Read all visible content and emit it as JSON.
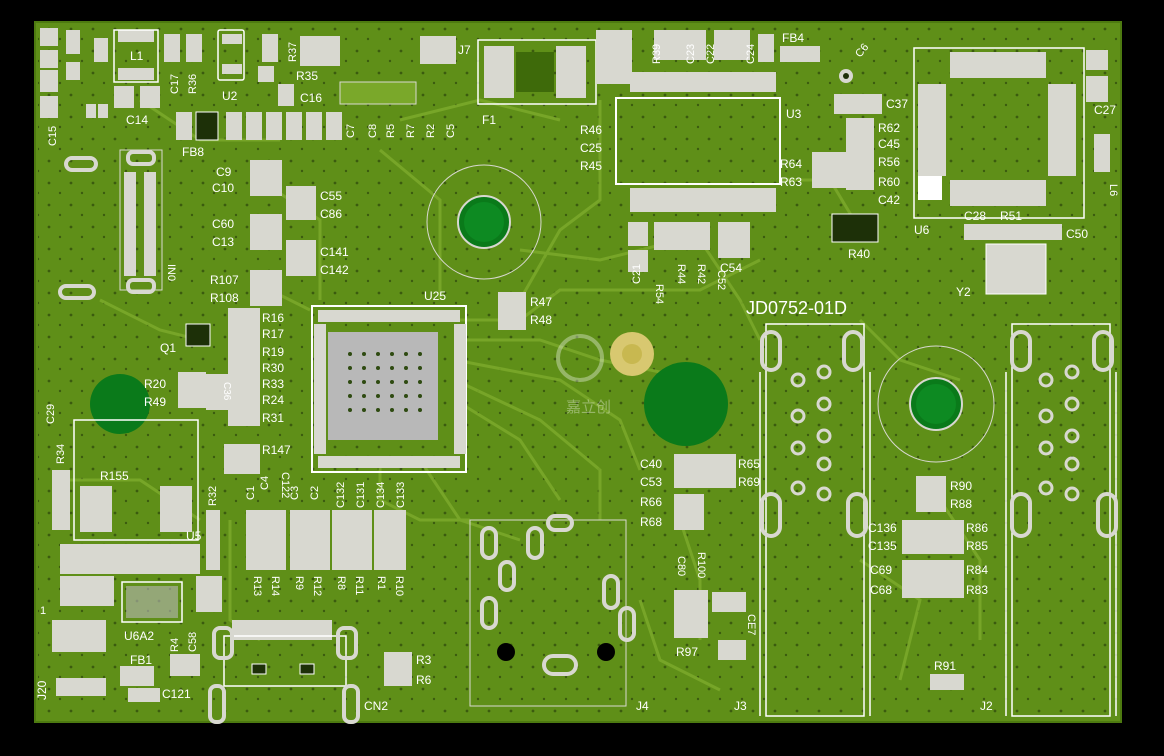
{
  "colors": {
    "background": "#000000",
    "board": "#5f8f18",
    "board_edge": "#4d7a10",
    "trace": "#7aa82a",
    "pad": "#d8d8d0",
    "silkscreen": "#ffffff",
    "via": "#1d3008",
    "mounting_hole": "#0a7a1a",
    "gold": "#d8c870",
    "chip": "#b8b8b8"
  },
  "board_label": "JD0752-01D",
  "watermark": "嘉立创",
  "designators": {
    "L1": "L1",
    "C17": "C17",
    "R36": "R36",
    "R37": "R37",
    "U2": "U2",
    "R35": "R35",
    "C16": "C16",
    "C14": "C14",
    "C15": "C15",
    "C13a": "C13",
    "FB8": "FB8",
    "C7": "C7",
    "C8": "C8",
    "R5": "R5",
    "R7": "R7",
    "R2": "R2",
    "C5": "C5",
    "J7": "J7",
    "F1": "F1",
    "R39": "R39",
    "C23": "C23",
    "C22": "C22",
    "C24": "C24",
    "FB4": "FB4",
    "C6": "C6",
    "U3": "U3",
    "R46": "R46",
    "C25": "C25",
    "R45": "R45",
    "R64": "R64",
    "R63": "R63",
    "C37": "C37",
    "R62": "R62",
    "C45": "C45",
    "R56": "R56",
    "R60": "R60",
    "C42": "C42",
    "C27": "C27",
    "L6": "L6",
    "U6": "U6",
    "C28": "C28",
    "R51": "R51",
    "C50": "C50",
    "R40": "R40",
    "Y2": "Y2",
    "C9": "C9",
    "C10": "C10",
    "C55": "C55",
    "C86": "C86",
    "C60": "C60",
    "C13": "C13",
    "C141": "C141",
    "C142": "C142",
    "IN0": "IN0",
    "R107": "R107",
    "R108": "R108",
    "C21": "C21",
    "R54": "R54",
    "R44": "R44",
    "R42": "R42",
    "C52": "C52",
    "C54": "C54",
    "U25": "U25",
    "R47": "R47",
    "R48": "R48",
    "R16": "R16",
    "R17": "R17",
    "R19": "R19",
    "R30": "R30",
    "R33": "R33",
    "R24": "R24",
    "R31": "R31",
    "Q1": "Q1",
    "R20": "R20",
    "R49": "R49",
    "C36": "C36",
    "C29": "C29",
    "R34": "R34",
    "R147": "R147",
    "C122": "C122",
    "C4": "C4",
    "C1": "C1",
    "C3": "C3",
    "C2": "C2",
    "C132": "C132",
    "C131": "C131",
    "C134": "C134",
    "C133": "C133",
    "R32": "R32",
    "U5": "U5",
    "R155": "R155",
    "R13": "R13",
    "R14": "R14",
    "R9": "R9",
    "R12": "R12",
    "R8": "R8",
    "R11": "R11",
    "R1": "R1",
    "R10": "R10",
    "U6A2": "U6A2",
    "R4": "R4",
    "C58": "C58",
    "FB1": "FB1",
    "C121": "C121",
    "J20": "J20",
    "CN2": "CN2",
    "R3": "R3",
    "R6": "R6",
    "J4": "J4",
    "C40": "C40",
    "C53": "C53",
    "R65": "R65",
    "R69": "R69",
    "R66": "R66",
    "R68": "R68",
    "C80": "C80",
    "R100": "R100",
    "CE7": "CE7",
    "R97": "R97",
    "J3": "J3",
    "R90": "R90",
    "R88": "R88",
    "C136": "C136",
    "C135": "C135",
    "R86": "R86",
    "R85": "R85",
    "C69": "C69",
    "C68": "C68",
    "R84": "R84",
    "R83": "R83",
    "R91": "R91",
    "J2": "J2",
    "pin1": "1"
  }
}
